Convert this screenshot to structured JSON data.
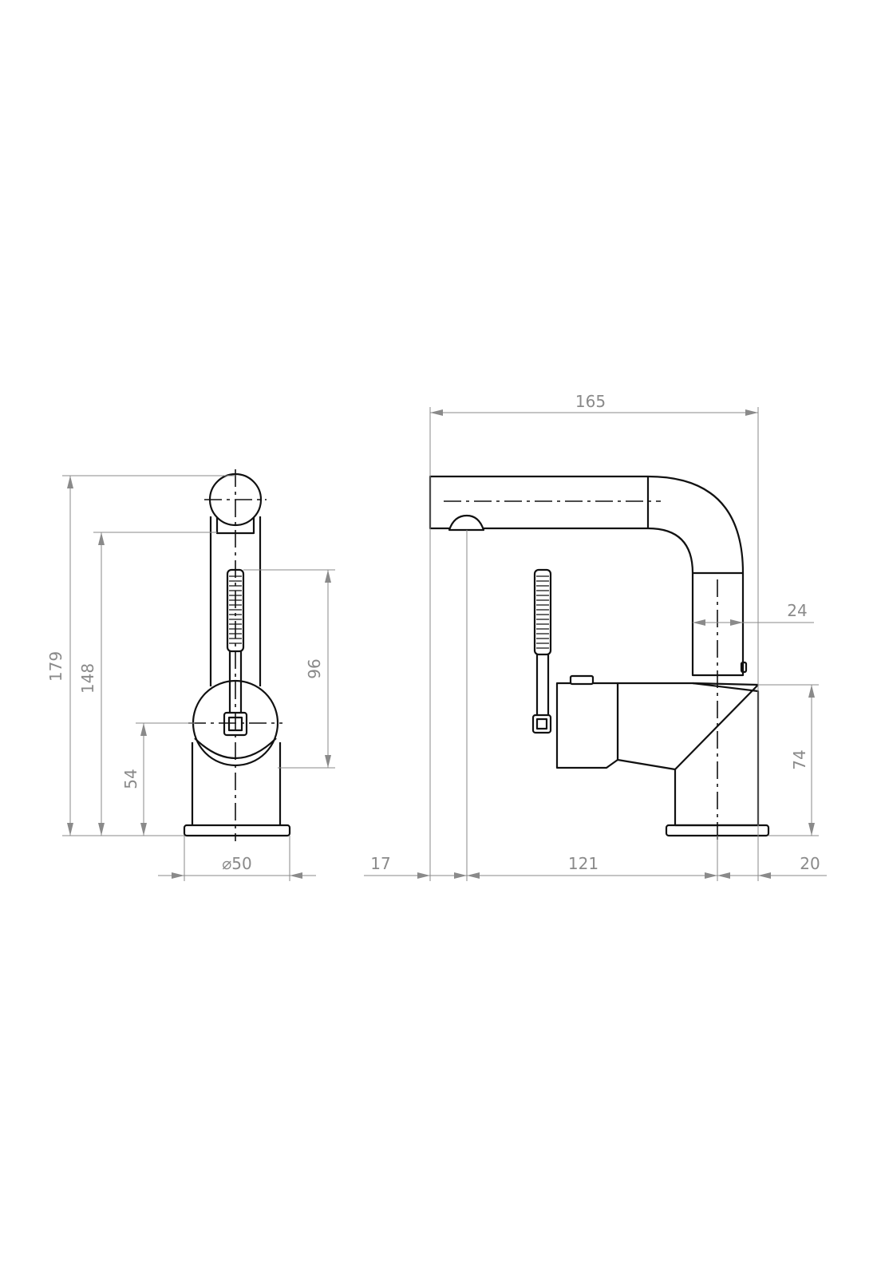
{
  "front_view": {
    "total_height": "179",
    "spout_height": "148",
    "lever_length": "96",
    "body_center_height": "54",
    "base_diameter": "⌀50"
  },
  "side_view": {
    "overall_width": "165",
    "spout_tip_offset": "17",
    "spout_reach": "121",
    "base_offset": "20",
    "spout_neck_width": "24",
    "body_height": "74"
  }
}
